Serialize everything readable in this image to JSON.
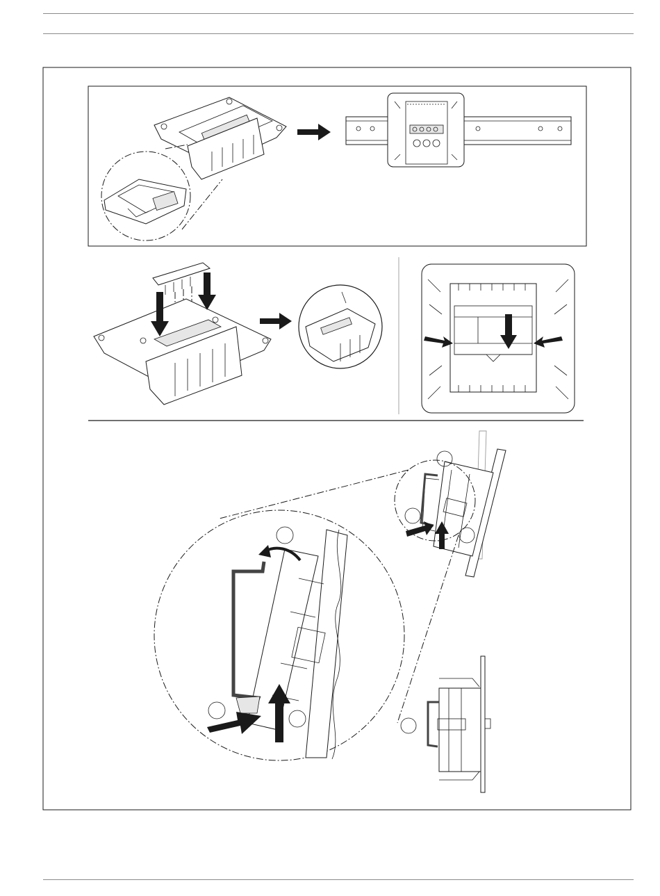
{
  "figure": {
    "panels": [
      {
        "id": "mount-on-din-rail",
        "steps": 2
      },
      {
        "id": "attach-connector",
        "steps": 2
      },
      {
        "id": "squeeze-release-clips",
        "steps": 1
      },
      {
        "id": "remove-from-rail",
        "callouts": 3,
        "detail": "magnified"
      }
    ]
  },
  "colors": {
    "line": "#1a1a1a",
    "rule": "#8a8a8a",
    "rail": "#555555",
    "background": "#ffffff"
  },
  "icons": [
    "arrow-right-icon",
    "arrow-down-icon",
    "arrow-up-icon",
    "curved-arrow-icon",
    "callout-circle-icon"
  ]
}
